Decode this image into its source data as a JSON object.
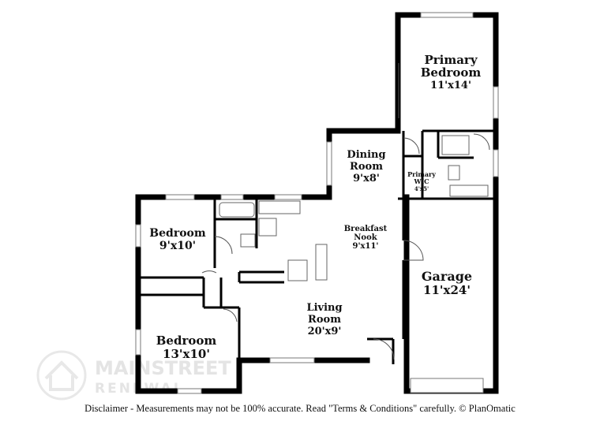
{
  "rooms": {
    "primary_bedroom": {
      "name1": "Primary",
      "name2": "Bedroom",
      "dims": "11'x14'"
    },
    "dining_room": {
      "name1": "Dining",
      "name2": "Room",
      "dims": "9'x8'"
    },
    "primary_wic": {
      "name1": "Primary",
      "name2": "WIC",
      "dims": "4'x5'"
    },
    "breakfast_nook": {
      "name1": "Breakfast",
      "name2": "Nook",
      "dims": "9'x11'"
    },
    "bedroom_1": {
      "name": "Bedroom",
      "dims": "9'x10'"
    },
    "garage": {
      "name": "Garage",
      "dims": "11'x24'"
    },
    "living_room": {
      "name1": "Living",
      "name2": "Room",
      "dims": "20'x9'"
    },
    "bedroom_2": {
      "name": "Bedroom",
      "dims": "13'x10'"
    }
  },
  "watermark": {
    "line1": "MAINSTREET",
    "line2": "RENEWAL"
  },
  "footer": {
    "disclaimer": "Disclaimer - Measurements may not be 100% accurate. Read \"Terms & Conditions\" carefully. © PlanOmatic"
  }
}
